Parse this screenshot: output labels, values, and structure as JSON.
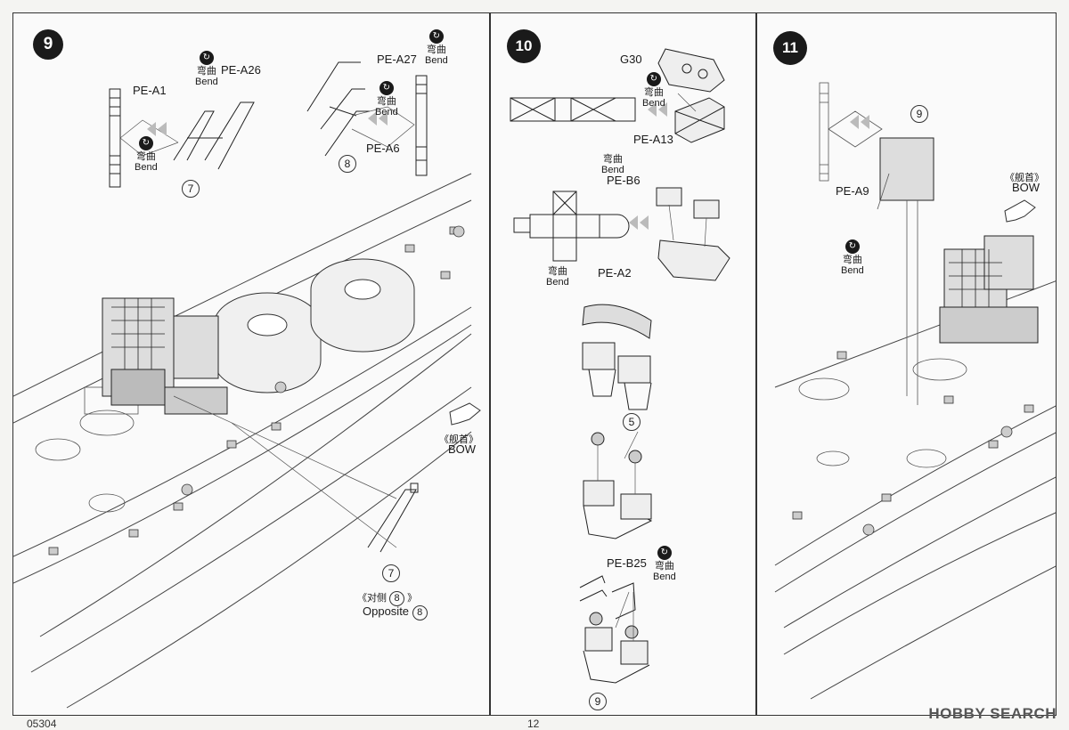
{
  "steps": {
    "s9": {
      "number": "9",
      "parts": {
        "pe_a1": "PE-A1",
        "pe_a26": "PE-A26",
        "pe_a27": "PE-A27",
        "pe_a6": "PE-A6"
      },
      "bend_cn": "弯曲",
      "bend_en": "Bend",
      "refs": {
        "r7a": "7",
        "r8a": "8",
        "r7b": "7",
        "r8b": "8",
        "r8c": "8"
      },
      "bow_cn": "《舰首》",
      "bow_en": "BOW",
      "opposite_cn": "《对侧",
      "opposite_cn_end": "》",
      "opposite_en": "Opposite"
    },
    "s10": {
      "number": "10",
      "parts": {
        "g30": "G30",
        "pe_a13": "PE-A13",
        "pe_b6": "PE-B6",
        "pe_a2": "PE-A2",
        "pe_b25": "PE-B25"
      },
      "bend_cn": "弯曲",
      "bend_en": "Bend",
      "refs": {
        "r5": "5",
        "r9": "9"
      }
    },
    "s11": {
      "number": "11",
      "parts": {
        "pe_a9": "PE-A9"
      },
      "bend_cn": "弯曲",
      "bend_en": "Bend",
      "refs": {
        "r9": "9"
      },
      "bow_cn": "《舰首》",
      "bow_en": "BOW"
    }
  },
  "footer": {
    "page_code": "05304",
    "page_num": "12"
  },
  "watermark": "HOBBY SEARCH",
  "icons": [
    "bend-icon",
    "fold-arrow-icon",
    "bow-arrow-icon"
  ]
}
